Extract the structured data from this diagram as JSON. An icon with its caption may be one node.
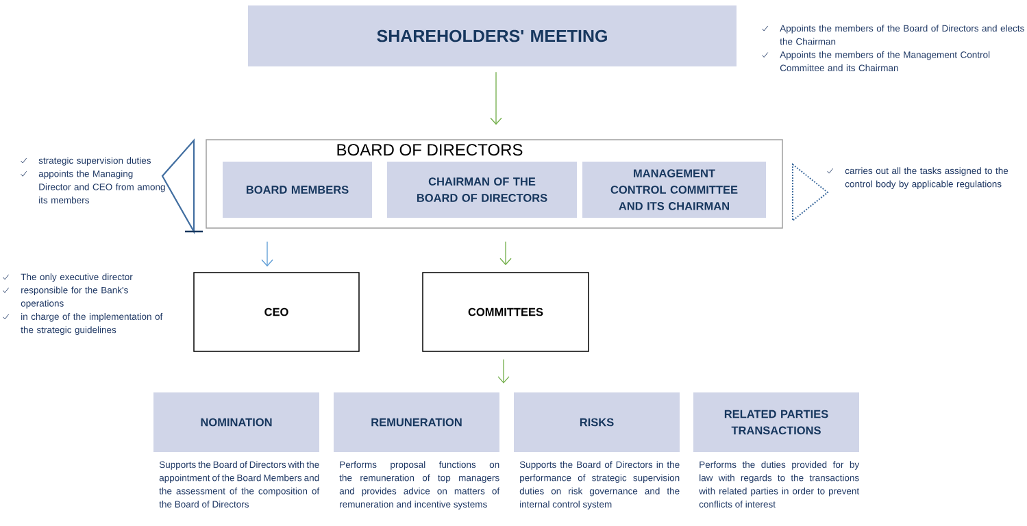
{
  "diagram": {
    "nodes": [
      {
        "text": [
          "SHAREHOLDERS' MEETING"
        ],
        "beside": [
          "Appoints the members of the Board of Directors and elects the Chairman",
          "Appoints the members of the Management Control Committee and its Chairman"
        ]
      },
      {
        "text": [],
        "shape": "triangle",
        "beside": [
          "strategic supervision duties",
          "appoints the Managing Director and CEO from among its members"
        ]
      },
      {
        "text": [
          "BOARD OF DIRECTORS"
        ]
      },
      {
        "text": [
          "BOARD MEMBERS"
        ],
        "in": 2
      },
      {
        "text": [
          "CHAIRMAN OF THE BOARD OF DIRECTORS"
        ],
        "in": 2
      },
      {
        "text": [
          "MANAGEMENT CONTROL COMMITTEE AND ITS CHAIRMAN"
        ],
        "in": 2
      },
      {
        "text": [],
        "shape": "triangle",
        "beside": [
          "carries out all the tasks assigned to the control body by applicable regulations"
        ]
      },
      {
        "text": [
          "CEO"
        ],
        "beside": [
          "The only executive director",
          "responsible for the Bank's operations",
          "in charge of the implementation of the strategic guidelines"
        ]
      },
      {
        "text": [
          "COMMITTEES"
        ]
      },
      {
        "text": [
          "NOMINATION"
        ],
        "beside": [
          "Supports the Board of Directors with the appointment of the Board Members and the assessment of the composition of the Board of Directors"
        ]
      },
      {
        "text": [
          "REMUNERATION"
        ],
        "beside": [
          "Performs proposal functions on the remuneration of top managers and provides advice on matters of remuneration and incentive systems"
        ]
      },
      {
        "text": [
          "RISKS"
        ],
        "beside": [
          "Supports the Board of Directors in the performance of strategic supervision duties on risk governance and the internal control system"
        ]
      },
      {
        "text": [
          "RELATED PARTIES TRANSACTIONS"
        ],
        "beside": [
          "Performs the duties provided for by law with regards to the transactions with related parties in order to prevent conflicts of interest"
        ]
      }
    ],
    "edges": [
      {
        "from": 0,
        "to": 2,
        "arrow": "to"
      },
      {
        "from": 2,
        "to": 7,
        "arrow": "to",
        "color": "#5b9bd5"
      },
      {
        "from": 2,
        "to": 8,
        "arrow": "to"
      },
      {
        "from": 8,
        "to": 10,
        "arrow": "to"
      }
    ]
  }
}
